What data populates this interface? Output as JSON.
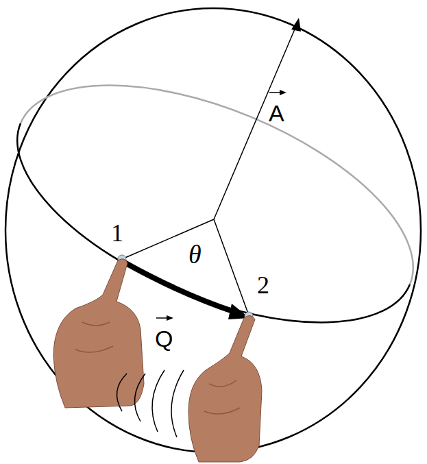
{
  "diagram": {
    "labels": [
      "A",
      "1",
      "θ",
      "2",
      "Q"
    ]
  }
}
